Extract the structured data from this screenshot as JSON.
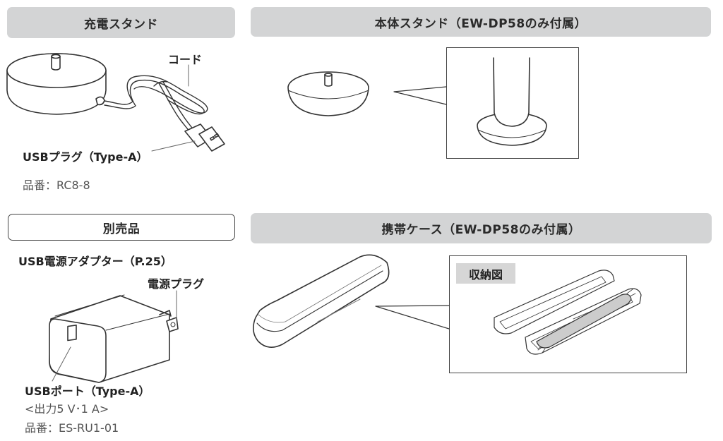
{
  "sections": {
    "charging_stand": {
      "header": "充電スタンド",
      "cord_label": "コード",
      "plug_label": "USBプラグ（Type-A）",
      "part_number": "品番：RC8-8"
    },
    "body_stand": {
      "header": "本体スタンド（EW-DP58のみ付属）"
    },
    "sold_separately": {
      "header": "別売品",
      "adapter_title": "USB電源アダプター（P.25）",
      "power_plug_label": "電源プラグ",
      "usb_port_label": "USBポート（Type-A）",
      "output_spec": "<出力5 V･1 A>",
      "part_number": "品番：ES-RU1-01"
    },
    "carry_case": {
      "header": "携帯ケース（EW-DP58のみ付属）",
      "storage_tag": "収納図"
    }
  }
}
